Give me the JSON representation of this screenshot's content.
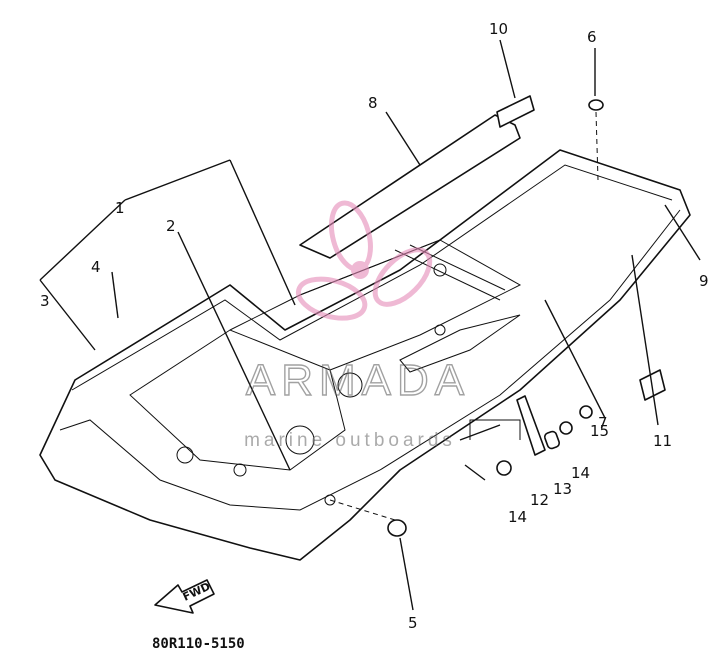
{
  "diagram": {
    "part_code": "80R110-5150",
    "direction_arrow": "FWD",
    "watermark": {
      "brand": "ARMADA",
      "tagline": "marine outboards",
      "logo": "propeller-logo"
    },
    "callouts": [
      "1",
      "2",
      "3",
      "4",
      "5",
      "6",
      "7",
      "8",
      "9",
      "10",
      "11",
      "12",
      "13",
      "14",
      "14",
      "15"
    ]
  }
}
